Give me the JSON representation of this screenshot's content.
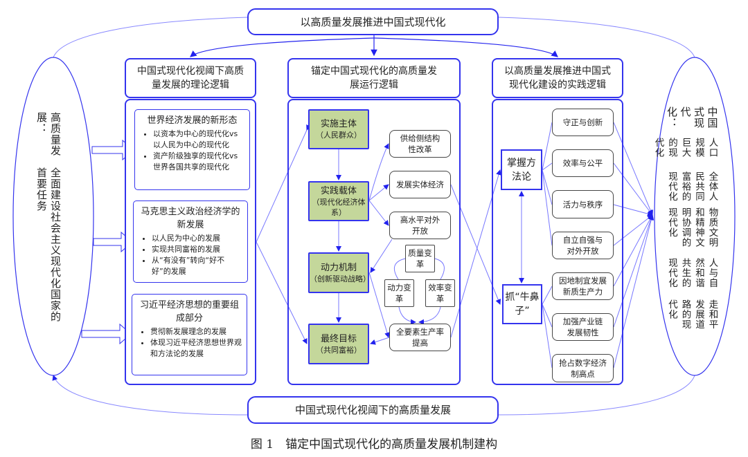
{
  "top_box": "以高质量发展推进中国式现代化",
  "bottom_box": "中国式现代化视阈下的高质量发展",
  "caption": "图 1　锚定中国式现代化的高质量发展机制建构",
  "left_ellipse": {
    "title": "高质量发展：",
    "text": "全面建设社会主义现代化国家的首要任务"
  },
  "right_ellipse": {
    "title": "中国式现代化：",
    "items": [
      "人口规模巨大的现代化",
      "全体人民共同富裕的现代化",
      "物质文明和精神文明协调的现代化",
      "人与自然和谐共生的现代化",
      "走和平发展道路的现代化"
    ]
  },
  "col1": {
    "header": "中国式现代化视阈下高质量发展的理论逻辑",
    "blocks": [
      {
        "title": "世界经济发展的新形态",
        "bullets": [
          "以资本为中心的现代化vs以人民为中心的现代化",
          "资产阶级独享的现代化vs世界各国共享的现代化"
        ]
      },
      {
        "title": "马克思主义政治经济学的新发展",
        "bullets": [
          "以人民为中心的发展",
          "实现共同富裕的发展",
          "从“有没有”转向“好不好”的发展"
        ]
      },
      {
        "title": "习近平经济思想的重要组成部分",
        "bullets": [
          "贯彻新发展理念的发展",
          "体现习近平经济思想世界观和方法论的发展"
        ]
      }
    ]
  },
  "col2": {
    "header": "锚定中国式现代化的高质量发展运行逻辑",
    "main": [
      {
        "title": "实施主体",
        "sub": "（人民群众）"
      },
      {
        "title": "实践载体",
        "sub": "（现代化经济体系）"
      },
      {
        "title": "动力机制",
        "sub": "（创新驱动战略）"
      },
      {
        "title": "最终目标",
        "sub": "（共同富裕）"
      }
    ],
    "side": [
      "供给侧结构性改革",
      "发展实体经济",
      "高水平对外开放",
      "全要素生产率提高"
    ],
    "changes": [
      "质量变革",
      "动力变革",
      "效率变革"
    ]
  },
  "col3": {
    "header": "以高质量发展推进中国式现代化建设的实践逻辑",
    "methods": [
      "掌握方法论",
      "抓“牛鼻子”"
    ],
    "items": [
      "守正与创新",
      "效率与公平",
      "活力与秩序",
      "自立自强与对外开放",
      "因地制宜发展新质生产力",
      "加强产业链发展韧性",
      "抢占数字经济制高点"
    ]
  },
  "colors": {
    "line": "#3333ee",
    "green": "#c4d79b"
  }
}
